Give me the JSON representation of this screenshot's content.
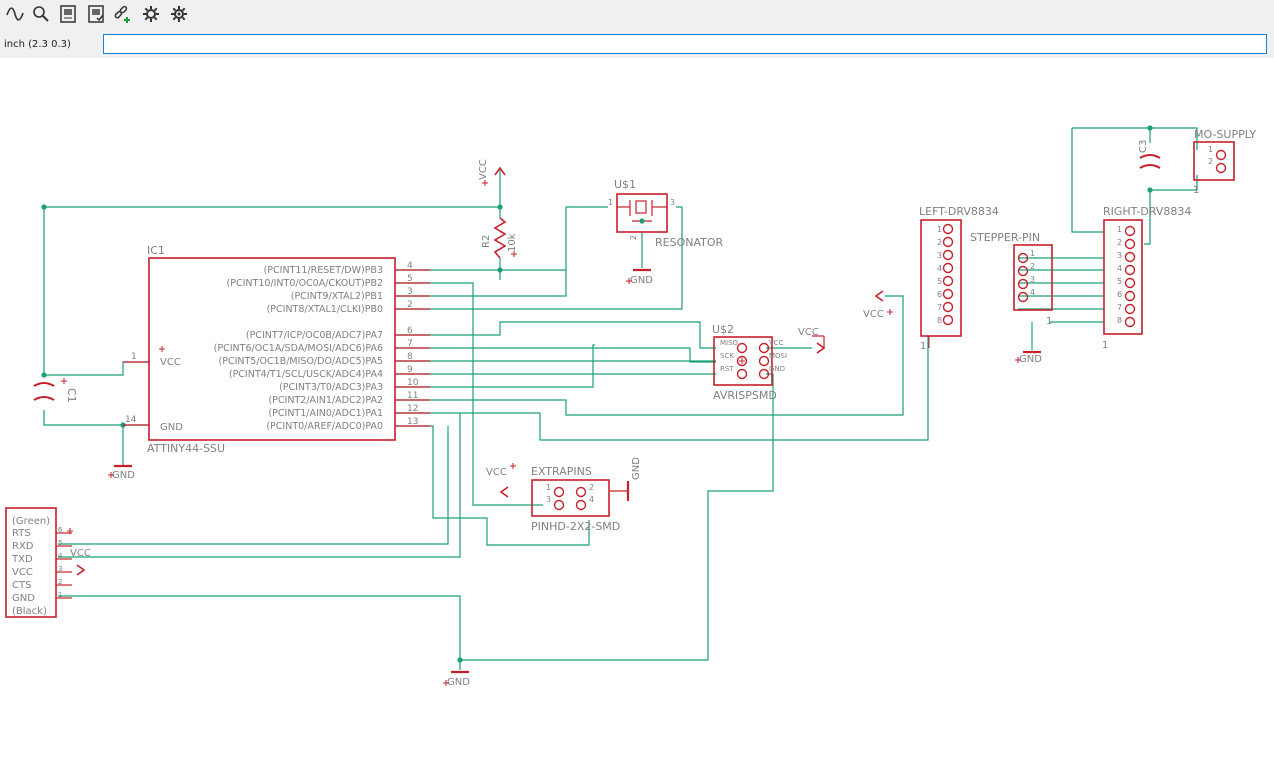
{
  "toolbar": {
    "buttons": [
      {
        "name": "sine-wave-icon",
        "title": "Simulate"
      },
      {
        "name": "zoom-icon",
        "title": "Zoom"
      },
      {
        "name": "board-icon",
        "title": "Board"
      },
      {
        "name": "board-check-icon",
        "title": "Board check"
      },
      {
        "name": "link-add-icon",
        "title": "Add link"
      },
      {
        "name": "gear-icon",
        "title": "Settings"
      },
      {
        "name": "gear-alt-icon",
        "title": "Options"
      }
    ]
  },
  "command_bar": {
    "coordinates": "inch (2.3 0.3)",
    "value": ""
  },
  "colors": {
    "part": "#c8202b",
    "net": "#1aa07a",
    "text": "#808080",
    "ui_accent": "#1e7fd8"
  },
  "schematic": {
    "ic1": {
      "name": "IC1",
      "value": "ATTINY44-SSU",
      "vcc_label": "VCC",
      "gnd_label": "GND",
      "vcc_pin": "1",
      "gnd_pin": "14",
      "pins": [
        {
          "label": "(PCINT11/RESET/DW)PB3",
          "num": "4"
        },
        {
          "label": "(PCINT10/INT0/OC0A/CKOUT)PB2",
          "num": "5"
        },
        {
          "label": "(PCINT9/XTAL2)PB1",
          "num": "3"
        },
        {
          "label": "(PCINT8/XTAL1/CLKI)PB0",
          "num": "2"
        },
        {
          "label": "(PCINT7/ICP/OC0B/ADC7)PA7",
          "num": "6"
        },
        {
          "label": "(PCINT6/OC1A/SDA/MOSI/ADC6)PA6",
          "num": "7"
        },
        {
          "label": "(PCINT5/OC1B/MISO/DO/ADC5)PA5",
          "num": "8"
        },
        {
          "label": "(PCINT4/T1/SCL/USCK/ADC4)PA4",
          "num": "9"
        },
        {
          "label": "(PCINT3/T0/ADC3)PA3",
          "num": "10"
        },
        {
          "label": "(PCINT2/AIN1/ADC2)PA2",
          "num": "11"
        },
        {
          "label": "(PCINT1/AIN0/ADC1)PA1",
          "num": "12"
        },
        {
          "label": "(PCINT0/AREF/ADC0)PA0",
          "num": "13"
        }
      ]
    },
    "c1": {
      "name": "C1"
    },
    "c3": {
      "name": "C3"
    },
    "r2": {
      "name": "R2",
      "value": "10k"
    },
    "resonator": {
      "name": "U$1",
      "value": "RESONATOR",
      "pins": [
        "1",
        "2",
        "3"
      ]
    },
    "avrisp": {
      "name": "U$2",
      "value": "AVRISPSMD",
      "left": [
        "MISO",
        "SCK",
        "RST"
      ],
      "right": [
        "VCC",
        "MOSI",
        "GND"
      ]
    },
    "extrapins": {
      "name": "EXTRAPINS",
      "value": "PINHD-2X2-SMD",
      "pins": [
        "1",
        "2",
        "3",
        "4"
      ]
    },
    "left_drv": {
      "name": "LEFT-DRV8834",
      "pins": [
        "1",
        "2",
        "3",
        "4",
        "5",
        "6",
        "7",
        "8"
      ],
      "ref": "1"
    },
    "right_drv": {
      "name": "RIGHT-DRV8834",
      "pins": [
        "1",
        "2",
        "3",
        "4",
        "5",
        "6",
        "7",
        "8"
      ],
      "ref": "1"
    },
    "stepper": {
      "name": "STEPPER-PIN",
      "pins": [
        "1",
        "2",
        "3",
        "4"
      ],
      "ref": "1"
    },
    "mo_supply": {
      "name": "MO-SUPPLY",
      "pins": [
        "1",
        "2"
      ],
      "ref": "1"
    },
    "ftdi": {
      "top": "(Green)",
      "bottom": "(Black)",
      "pins": [
        "RTS",
        "RXD",
        "TXD",
        "VCC",
        "CTS",
        "GND"
      ],
      "nums": [
        "6",
        "5",
        "4",
        "3",
        "2",
        "1"
      ]
    },
    "supplies": {
      "vcc": "VCC",
      "gnd": "GND"
    }
  }
}
